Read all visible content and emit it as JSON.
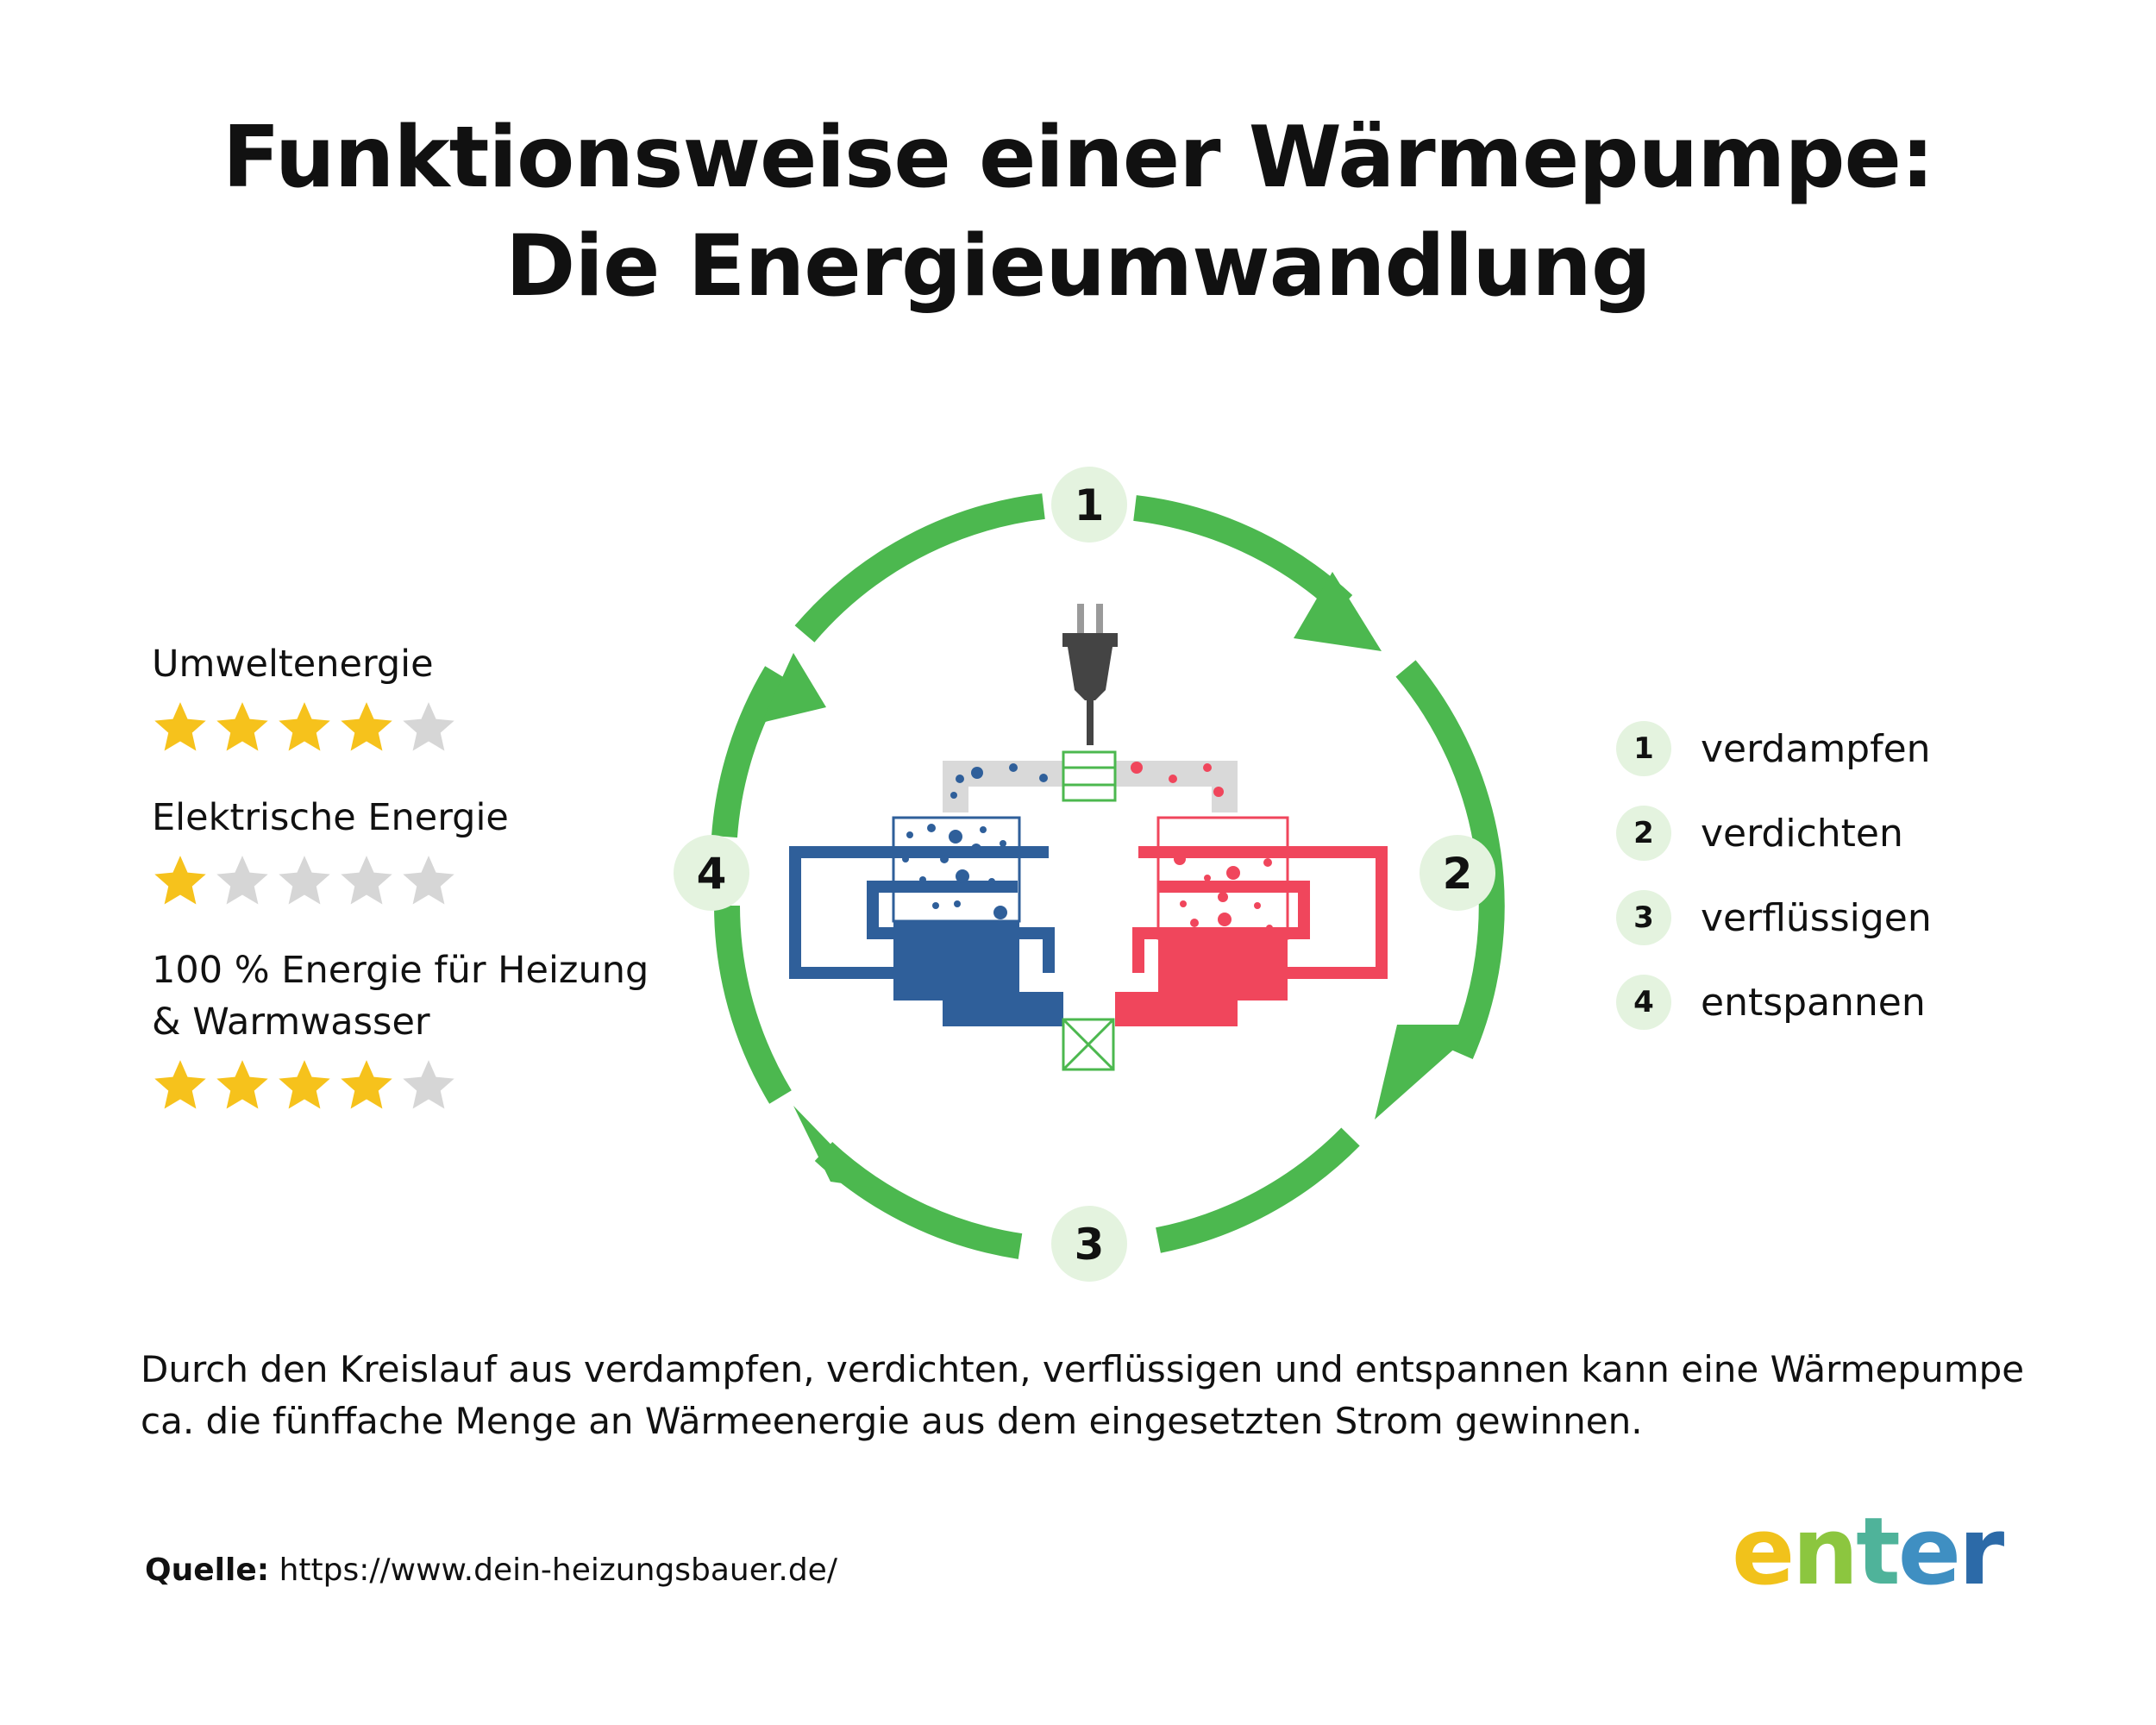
{
  "title": {
    "line1": "Funktionsweise einer Wärmepumpe:",
    "line2": "Die Energieumwandlung"
  },
  "ratings": [
    {
      "label": "Umweltenergie",
      "stars": 4,
      "max": 5
    },
    {
      "label": "Elektrische Energie",
      "stars": 1,
      "max": 5
    },
    {
      "label": "100 % Energie für Heizung & Warmwasser",
      "stars": 4,
      "max": 5
    }
  ],
  "cycle": {
    "steps": [
      {
        "number": "1"
      },
      {
        "number": "2"
      },
      {
        "number": "3"
      },
      {
        "number": "4"
      }
    ],
    "colors": {
      "arrow": "#4cb84f",
      "badge": "#e4f3df",
      "cold": "#2f5f9a",
      "warm": "#f0465c",
      "pipe": "#d9d9d9",
      "valve": "#4cb84f",
      "plug": "#444444"
    }
  },
  "legend": [
    {
      "number": "1",
      "text": "verdampfen"
    },
    {
      "number": "2",
      "text": "verdichten"
    },
    {
      "number": "3",
      "text": "verflüssigen"
    },
    {
      "number": "4",
      "text": "entspannen"
    }
  ],
  "summary": "Durch den Kreislauf aus verdampfen, verdichten, verflüssigen und entspannen kann eine Wärmepumpe ca. die fünffache Menge an Wärmeenergie aus dem eingesetzten Strom gewinnen.",
  "source": {
    "label": "Quelle:",
    "url": "https://www.dein-heizungsbauer.de/"
  },
  "logo": {
    "text": "enter",
    "letter_colors": [
      "#f1c21b",
      "#8cc63f",
      "#4fb39a",
      "#3f8fc2",
      "#2c6aa8"
    ]
  },
  "star_colors": {
    "filled": "#f6c21c",
    "empty": "#d6d6d6"
  }
}
